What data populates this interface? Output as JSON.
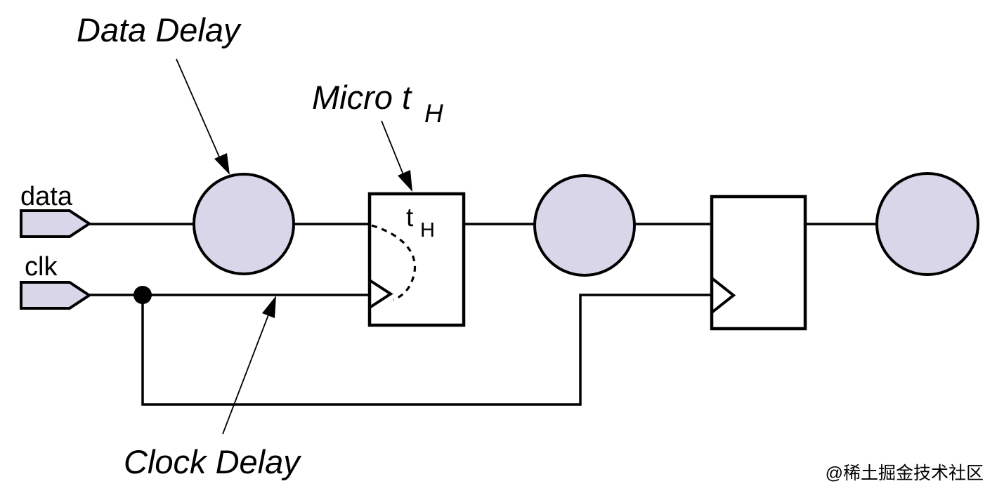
{
  "labels": {
    "data_delay_annotation": "Data Delay",
    "micro_th_annotation_main": "Micro t",
    "micro_th_annotation_sub": "H",
    "clock_delay_annotation": "Clock Delay",
    "data_port": "data",
    "clk_port": "clk",
    "ff1_hold_time_main": "t",
    "ff1_hold_time_sub": "H"
  },
  "colors": {
    "node_fill": "#d8d6e8",
    "line": "#000000",
    "background": "#ffffff",
    "watermark_text": "#d2d2d2"
  },
  "watermark": "@稀土掘金技术社区"
}
